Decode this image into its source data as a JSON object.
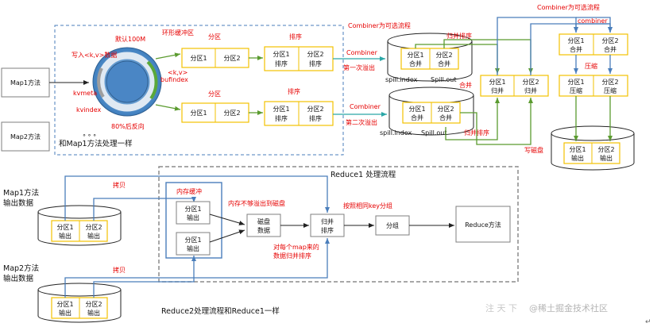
{
  "map_phase": {
    "map1_method": "Map1方法",
    "map2_method": "Map2方法",
    "map2_same_note": "和Map1方法处理一样",
    "write_kv": "写入<k,v>数据",
    "default_100m": "默认100M",
    "ring_buffer": "环形缓冲区",
    "kv_label": "<k,v>",
    "bufindex": "bufindex",
    "kvmeta": "kvmeta",
    "kvindex": "kvindex",
    "spill_80": "80%后反向"
  },
  "spill_row1": {
    "partition_title": "分区",
    "part1": "分区1",
    "part2": "分区2",
    "sort_title": "排序",
    "sort1": [
      "分区1",
      "排序"
    ],
    "sort2": [
      "分区2",
      "排序"
    ],
    "combiner": "Combiner",
    "spill_label": "第一次溢出",
    "disk_part1": [
      "分区1",
      "合并"
    ],
    "disk_part2": [
      "分区2",
      "合并"
    ],
    "spill_index": "spill.index",
    "spill_out": "Spill.out"
  },
  "spill_row2": {
    "partition_title": "分区",
    "part1": "分区1",
    "part2": "分区2",
    "sort_title": "排序",
    "sort1": [
      "分区1",
      "排序"
    ],
    "sort2": [
      "分区2",
      "排序"
    ],
    "combiner": "Combiner",
    "spill_label": "第二次溢出",
    "disk_part1": [
      "分区1",
      "合并"
    ],
    "disk_part2": [
      "分区2",
      "合并"
    ],
    "spill_index": "spill.index",
    "spill_out": "Spill.out"
  },
  "merge_stage": {
    "combiner_optional_1": "Combiner为可选流程",
    "merge_sort_top": "归并排序",
    "merge_label": "合并",
    "merge_sort_bottom": "归并排序",
    "merge1": [
      "分区1",
      "归并"
    ],
    "merge2": [
      "分区2",
      "归并"
    ]
  },
  "final_stage": {
    "combiner_optional_2": "Combiner为可选流程",
    "combiner": "combiner",
    "comb1": [
      "分区1",
      "合并"
    ],
    "comb2": [
      "分区2",
      "合并"
    ],
    "compress": "压缩",
    "comp1": [
      "分区1",
      "压缩"
    ],
    "comp2": [
      "分区2",
      "压缩"
    ],
    "write_disk": "写磁盘",
    "out1": [
      "分区1",
      "输出"
    ],
    "out2": [
      "分区2",
      "输出"
    ]
  },
  "reduce_phase": {
    "title": "Reduce1 处理流程",
    "copy_top": "拷贝",
    "copy_bottom": "拷贝",
    "map1_output_title": [
      "Map1方法",
      "输出数据"
    ],
    "map2_output_title": [
      "Map2方法",
      "输出数据"
    ],
    "map1_out_p1": [
      "分区1",
      "输出"
    ],
    "map1_out_p2": [
      "分区2",
      "输出"
    ],
    "map2_out_p1": [
      "分区1",
      "输出"
    ],
    "map2_out_p2": [
      "分区2",
      "输出"
    ],
    "mem_buffer": "内存缓冲",
    "mem_p1": [
      "分区1",
      "输出"
    ],
    "mem_p2": [
      "分区1",
      "输出"
    ],
    "mem_spill_note": "内存不够溢出到磁盘",
    "disk_data": [
      "磁盘",
      "数据"
    ],
    "merge_sort": [
      "归并",
      "排序"
    ],
    "merge_note": [
      "对每个map来的",
      "数据归并排序"
    ],
    "group_by_key": "按照相同key分组",
    "group": "分组",
    "reduce_method": "Reduce方法",
    "reduce2_note": "Reduce2处理流程和Reduce1一样"
  },
  "watermark": {
    "left": "注 天 下",
    "right": "@稀土掘金技术社区"
  }
}
